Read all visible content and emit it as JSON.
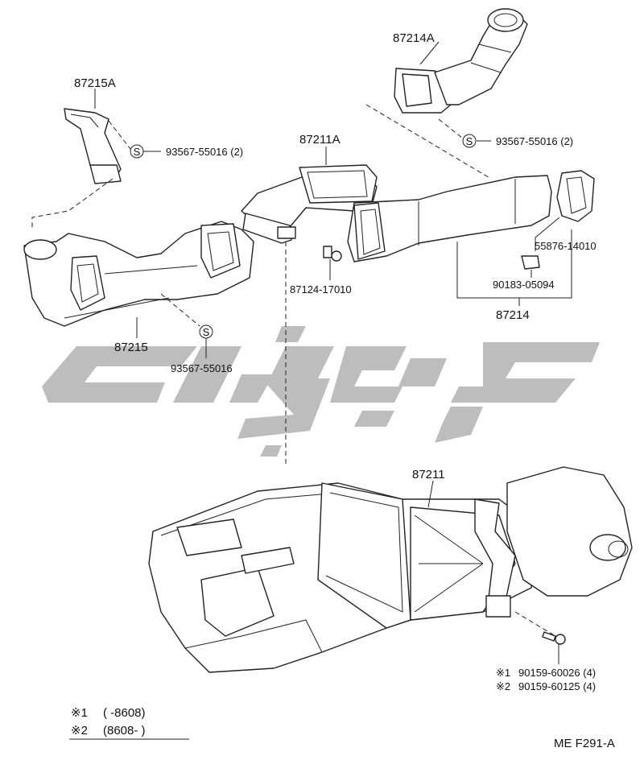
{
  "parts": {
    "p87214A": "87214A",
    "p87215A": "87215A",
    "p87211A": "87211A",
    "p87215": "87215",
    "p87214": "87214",
    "p87211": "87211",
    "p87124": "87124-17010",
    "p55876": "55876-14010",
    "p90183": "90183-05094",
    "clip_a": "93567-55016 (2)",
    "clip_b": "93567-55016 (2)",
    "clip_c": "93567-55016",
    "clip_symbol": "S",
    "screw_1": "90159-60026 (4)",
    "screw_2": "90159-60125 (4)"
  },
  "notes": {
    "mark1": "※1",
    "mark2": "※2",
    "range1": "(      -8608)",
    "range2": "(8608-        )",
    "screw_mark1": "※1",
    "screw_mark2": "※2"
  },
  "footer": {
    "code": "ME  F291-A"
  },
  "colors": {
    "line": "#222222",
    "watermark": "#bdbdbd",
    "background": "#ffffff"
  }
}
